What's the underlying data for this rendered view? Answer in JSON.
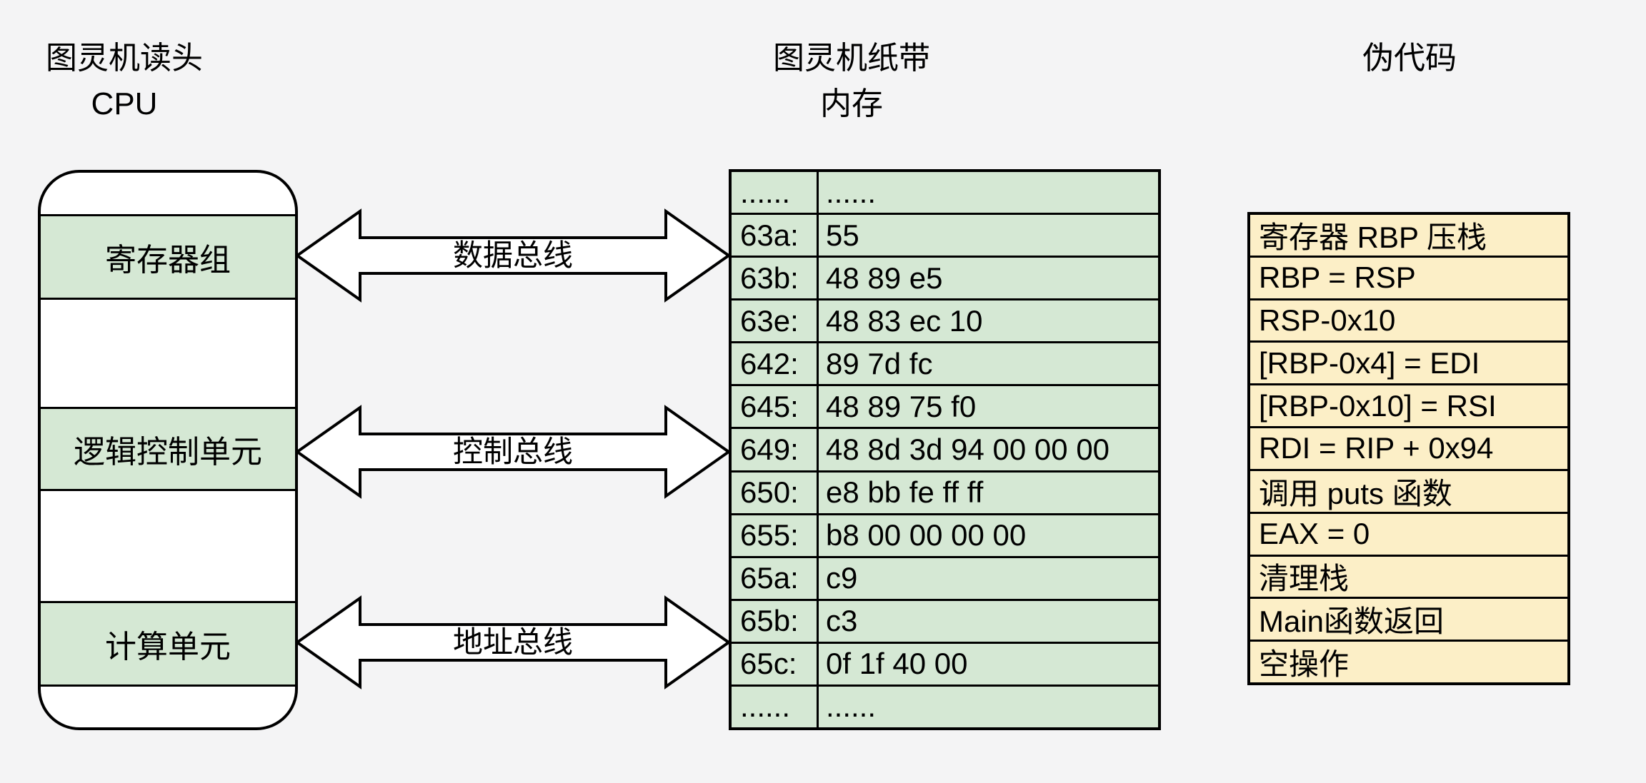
{
  "colors": {
    "background": "#f4f4f5",
    "green_fill": "#d5e8d4",
    "yellow_fill": "#fcefc7",
    "stroke": "#000000",
    "cpu_box_fill": "#ffffff",
    "arrow_fill": "#ffffff"
  },
  "cpu": {
    "title_line1": "图灵机读头",
    "title_line2": "CPU",
    "sections": [
      {
        "label": "寄存器组"
      },
      {
        "label": "逻辑控制单元"
      },
      {
        "label": "计算单元"
      }
    ]
  },
  "buses": [
    {
      "label": "数据总线"
    },
    {
      "label": "控制总线"
    },
    {
      "label": "地址总线"
    }
  ],
  "memory": {
    "title_line1": "图灵机纸带",
    "title_line2": "内存",
    "rows": [
      {
        "addr": "......",
        "bytes": "......"
      },
      {
        "addr": "63a:",
        "bytes": "55"
      },
      {
        "addr": "63b:",
        "bytes": "48 89 e5"
      },
      {
        "addr": "63e:",
        "bytes": "48 83 ec 10"
      },
      {
        "addr": "642:",
        "bytes": "89 7d fc"
      },
      {
        "addr": "645:",
        "bytes": "48 89 75 f0"
      },
      {
        "addr": "649:",
        "bytes": "48 8d 3d 94 00 00 00"
      },
      {
        "addr": "650:",
        "bytes": "e8 bb fe ff ff"
      },
      {
        "addr": "655:",
        "bytes": "b8 00 00 00 00"
      },
      {
        "addr": "65a:",
        "bytes": "c9"
      },
      {
        "addr": "65b:",
        "bytes": "c3"
      },
      {
        "addr": "65c:",
        "bytes": "0f 1f 40 00"
      },
      {
        "addr": "......",
        "bytes": "......"
      }
    ]
  },
  "pseudocode": {
    "title": "伪代码",
    "rows": [
      {
        "text": "寄存器 RBP 压栈"
      },
      {
        "text": "RBP = RSP"
      },
      {
        "text": "RSP-0x10"
      },
      {
        "text": "[RBP-0x4] = EDI"
      },
      {
        "text": "[RBP-0x10] = RSI"
      },
      {
        "text": "RDI = RIP + 0x94"
      },
      {
        "text": "调用 puts 函数"
      },
      {
        "text": "EAX = 0"
      },
      {
        "text": "清理栈"
      },
      {
        "text": "Main函数返回"
      },
      {
        "text": "空操作"
      }
    ]
  }
}
